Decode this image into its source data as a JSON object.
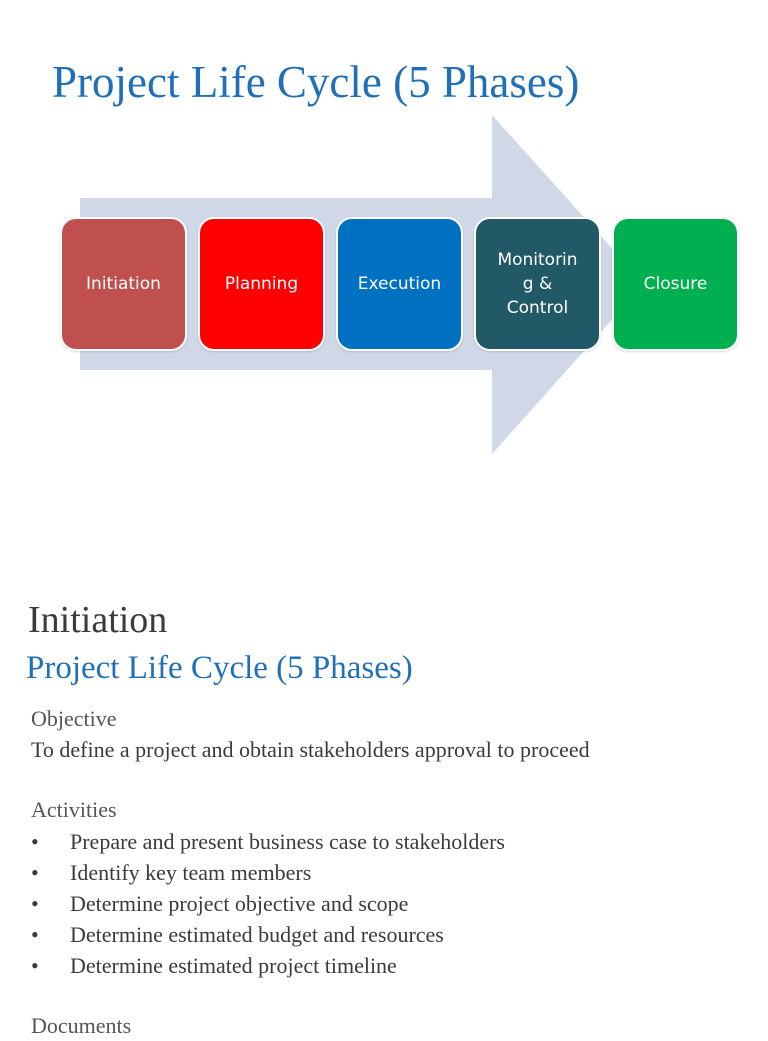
{
  "slide1": {
    "title": "Project Life Cycle (5 Phases)",
    "phases": [
      {
        "label": "Initiation",
        "color": "#c0504d"
      },
      {
        "label": "Planning",
        "color": "#ff0000"
      },
      {
        "label": "Execution",
        "color": "#0070c0"
      },
      {
        "label": "Monitorin\ng &\nControl",
        "color": "#215967"
      },
      {
        "label": "Closure",
        "color": "#00b050"
      }
    ],
    "arrow_color": "#d0d8e8"
  },
  "slide2": {
    "heading": "Initiation",
    "subheading": "Project Life Cycle (5 Phases)",
    "objective_label": "Objective",
    "objective_text": "To define a project and obtain stakeholders approval to proceed",
    "activities_label": "Activities",
    "bullet_glyph": "•",
    "activities": [
      "Prepare and present business case to stakeholders",
      "Identify key team members",
      "Determine project objective and scope",
      "Determine estimated budget and resources",
      "Determine estimated project timeline"
    ],
    "documents_label": "Documents"
  }
}
